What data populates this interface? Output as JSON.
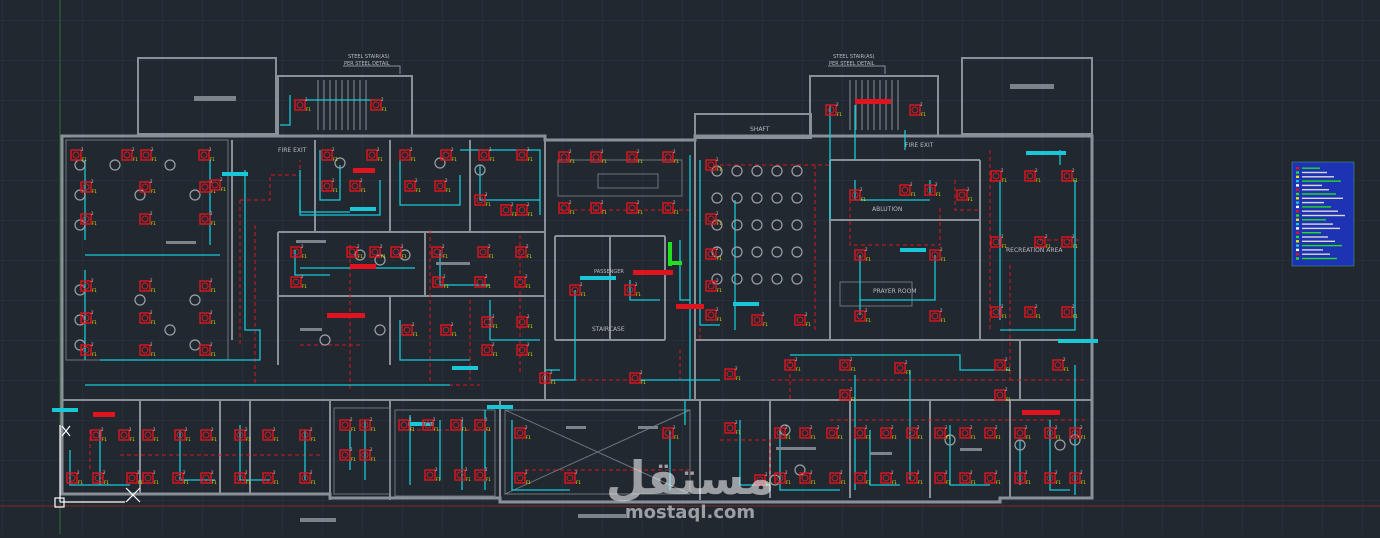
{
  "drawing": {
    "labels": {
      "fire_exit": "FIRE EXIT",
      "fire_exit_2": "FIRE EXIT",
      "shaft": "SHAFT",
      "staircase": "STAIRCASE",
      "prayer_room": "PRAYER ROOM",
      "ablution": "ABLUTION",
      "recreation_area": "RECREATION AREA",
      "passenger": "PASSENGER",
      "steel_stair_left": "STEEL STAIR(AS)",
      "steel_stair_left_sub": "PER STEEL DETAIL",
      "steel_stair_right": "STEEL STAIR(AS)",
      "steel_stair_right_sub": "PER STEEL DETAIL"
    },
    "device_tag": "F1",
    "device_num": "2"
  },
  "watermark": {
    "arabic": "مستقل",
    "latin": "mostaql.com"
  },
  "colors": {
    "background": "#212830",
    "grid": "#2b3440",
    "wall": "#8a9097",
    "device": "#e0141e",
    "cyan_wire": "#18c8d8",
    "dashed_wire": "#e0141e",
    "legend_bg": "#1e32b4"
  }
}
